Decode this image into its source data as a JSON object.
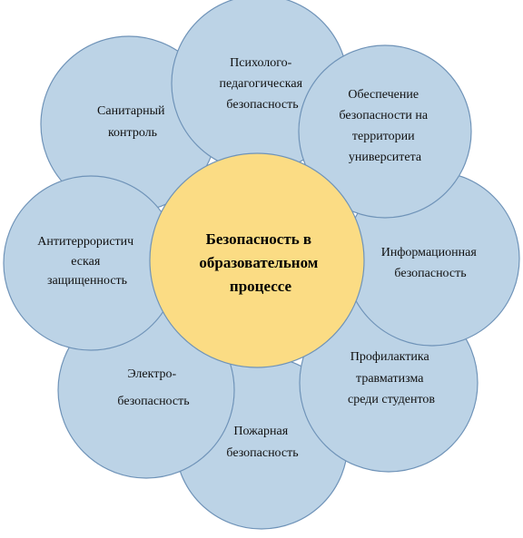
{
  "diagram": {
    "center": {
      "lines": [
        "Безопасность в",
        "образовательном",
        "процессе"
      ]
    },
    "petals": [
      {
        "lines": [
          "Психолого-",
          "педагогическая",
          "безопасность"
        ]
      },
      {
        "lines": [
          "Обеспечение",
          "безопасности на",
          "территории",
          "университета"
        ]
      },
      {
        "lines": [
          "Информационная",
          "безопасность"
        ]
      },
      {
        "lines": [
          "Профилактика",
          "травматизма",
          "среди студентов"
        ]
      },
      {
        "lines": [
          "Пожарная",
          "безопасность"
        ]
      },
      {
        "lines": [
          "Электро-",
          "безопасность"
        ]
      },
      {
        "lines": [
          "Антитеррористич",
          "еская",
          "защищенность"
        ]
      },
      {
        "lines": [
          "Санитарный",
          "контроль"
        ]
      }
    ]
  }
}
